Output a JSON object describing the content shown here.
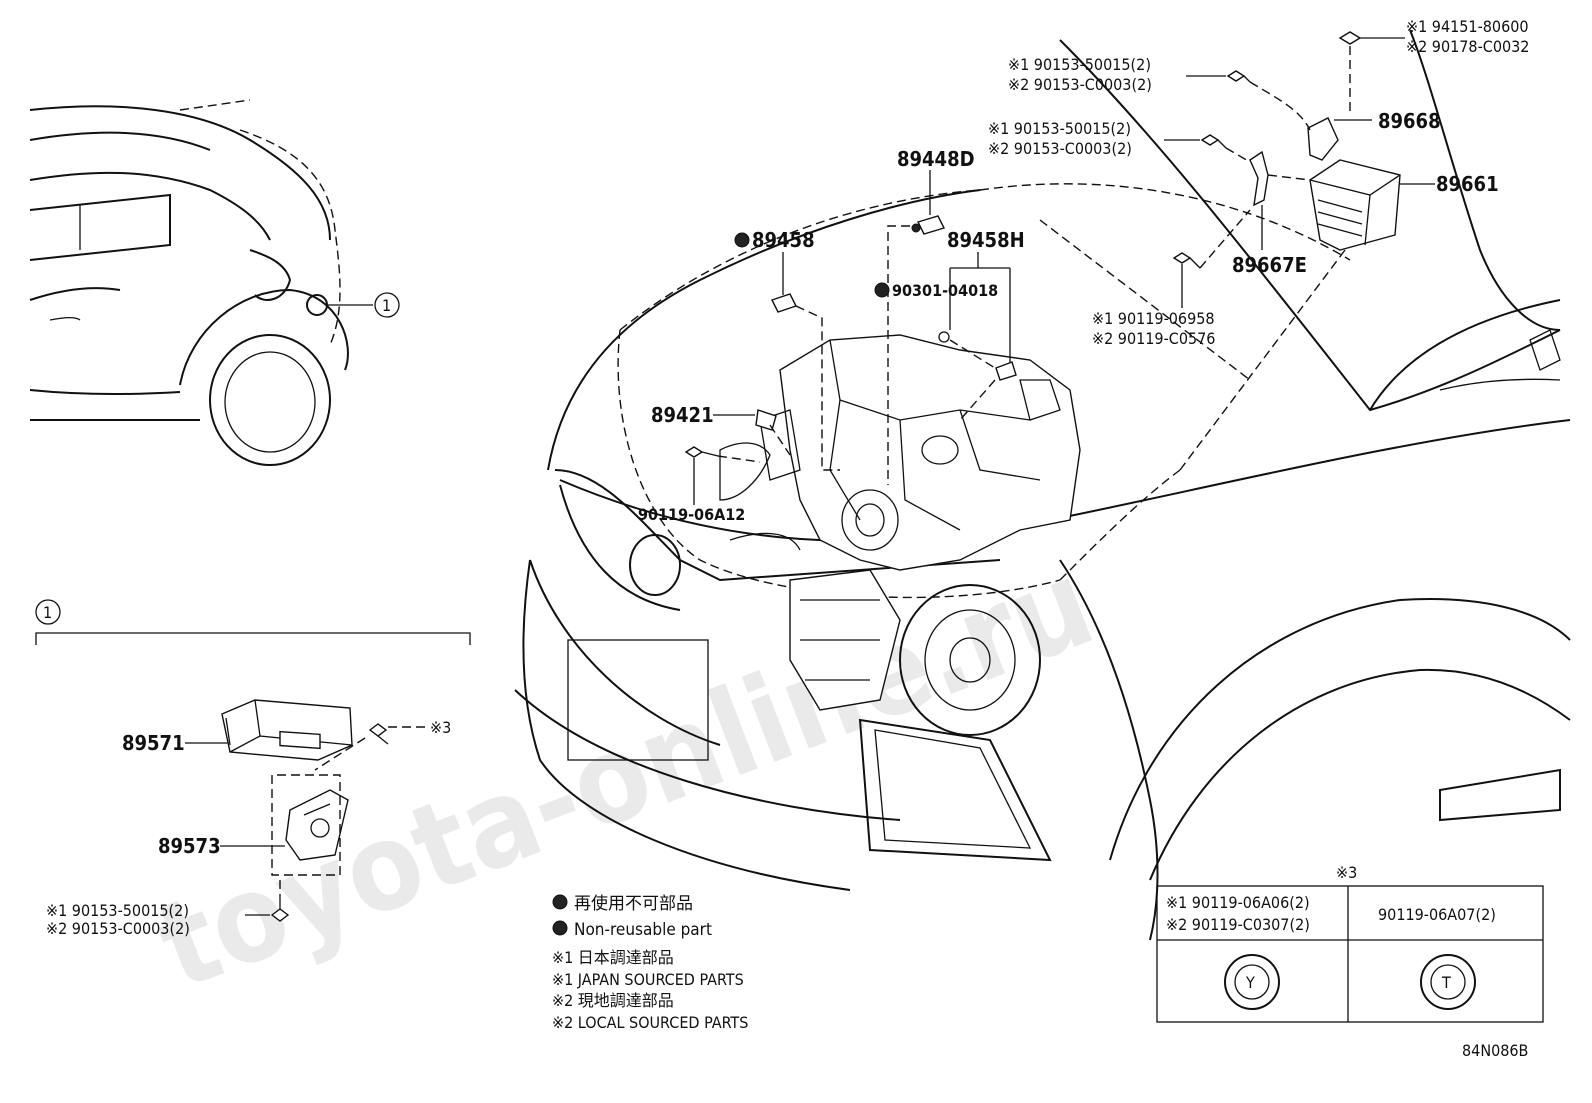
{
  "watermark": "toyota-online.ru",
  "diagram_code": "84N086B",
  "callout_circle_label": "1",
  "inset": {
    "label": "1",
    "parts": {
      "p89571": "89571",
      "p89573": "89573",
      "bolt_ref": "※3",
      "bolt_note_1": "※1 90153-50015(2)",
      "bolt_note_2": "※2 90153-C0003(2)"
    }
  },
  "parts": {
    "p94151_note1": "※1 94151-80600",
    "p94151_note2": "※2 90178-C0032",
    "p90153_top_1": "※1 90153-50015(2)",
    "p90153_top_2": "※2 90153-C0003(2)",
    "p90153_mid_1": "※1 90153-50015(2)",
    "p90153_mid_2": "※2 90153-C0003(2)",
    "p89668": "89668",
    "p89661": "89661",
    "p89448d": "89448D",
    "p89458": "89458",
    "p89458h": "89458H",
    "p90301": "90301-04018",
    "p89667e": "89667E",
    "p90119_06958_1": "※1 90119-06958",
    "p90119_06958_2": "※2 90119-C0576",
    "p89421": "89421",
    "p90119_06a12": "90119-06A12"
  },
  "legend": {
    "nonreusable_jp": "再使用不可部品",
    "nonreusable_en": "Non-reusable part",
    "note1_jp": "※1 日本調達部品",
    "note1_en": "※1 JAPAN SOURCED PARTS",
    "note2_jp": "※2 現地調達部品",
    "note2_en": "※2 LOCAL SOURCED PARTS"
  },
  "table": {
    "ref": "※3",
    "col1_line1": "※1 90119-06A06(2)",
    "col1_line2": "※2 90119-C0307(2)",
    "col2": "90119-06A07(2)",
    "col1_bolt_mark": "Y",
    "col2_bolt_mark": "T"
  }
}
